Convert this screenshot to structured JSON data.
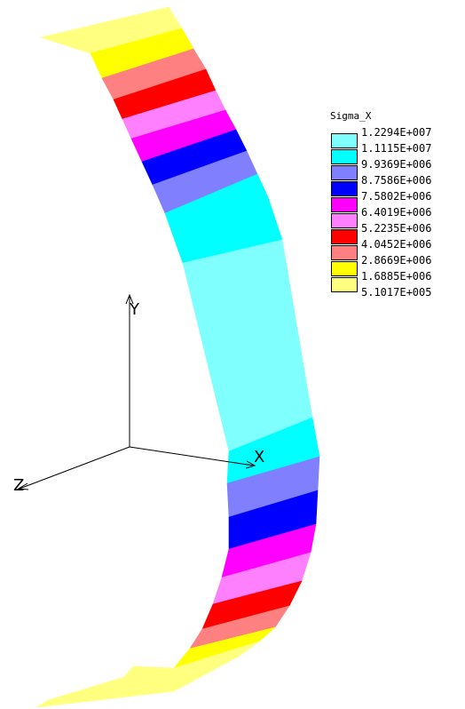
{
  "legend": {
    "title": "Sigma_X",
    "entries": [
      {
        "value": "1.2294E+007",
        "color": "#80ffff"
      },
      {
        "value": "1.1115E+007",
        "color": "#00ffff"
      },
      {
        "value": "9.9369E+006",
        "color": "#8080ff"
      },
      {
        "value": "8.7586E+006",
        "color": "#0000ff"
      },
      {
        "value": "7.5802E+006",
        "color": "#ff00ff"
      },
      {
        "value": "6.4019E+006",
        "color": "#ff80ff"
      },
      {
        "value": "5.2235E+006",
        "color": "#ff0000"
      },
      {
        "value": "4.0452E+006",
        "color": "#ff8080"
      },
      {
        "value": "2.8669E+006",
        "color": "#ffff00"
      },
      {
        "value": "1.6885E+006",
        "color": "#ffff80"
      },
      {
        "value": "5.1017E+005",
        "color": null
      }
    ]
  },
  "axes": {
    "x_label": "X",
    "y_label": "Y",
    "z_label": "Z"
  }
}
